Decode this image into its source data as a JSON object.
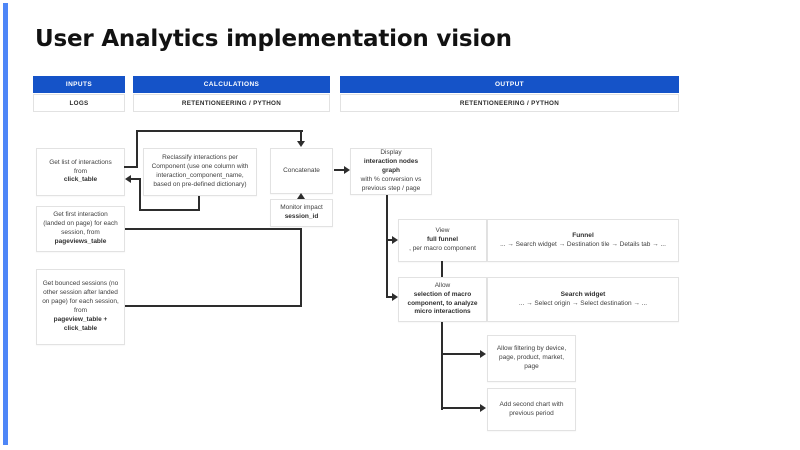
{
  "slide": {
    "title": "User Analytics implementation vision"
  },
  "colors": {
    "blue": "#1553c8",
    "bar": "#4e86f7",
    "line": "#2d2d2d",
    "border": "#e2e2e2",
    "text": "#3f3f3f",
    "title": "#121212"
  },
  "columns": [
    {
      "header": "INPUTS",
      "sub": "LOGS"
    },
    {
      "header": "CALCULATIONS",
      "sub": "RETENTIONEERING / PYTHON"
    },
    {
      "header": "OUTPUT",
      "sub": "RETENTIONEERING / PYTHON"
    }
  ],
  "nodes": {
    "get_list": [
      {
        "t": "Get list of interactions from "
      },
      {
        "t": "click_table",
        "b": true
      }
    ],
    "get_first": [
      {
        "t": "Get first interaction (landed on page) for each session, from "
      },
      {
        "t": "pageviews_table",
        "b": true
      }
    ],
    "get_bounced": [
      {
        "t": "Get bounced sessions (no other session after landed on page) for each session, from "
      },
      {
        "t": "pageview_table + click_table",
        "b": true
      }
    ],
    "reclassify": [
      {
        "t": "Reclassify interactions per Component (use one column with interaction_component_name, based on pre-defined dictionary)"
      }
    ],
    "concatenate": [
      {
        "t": "Concatenate"
      }
    ],
    "monitor": [
      {
        "t": "Monitor impact "
      },
      {
        "t": "session_id",
        "b": true
      }
    ],
    "display": [
      {
        "t": "Display "
      },
      {
        "t": "interaction nodes graph",
        "b": true
      },
      {
        "t": " with % conversion vs previous step / page"
      }
    ],
    "view_funnel": [
      {
        "t": "View "
      },
      {
        "t": "full funnel",
        "b": true
      },
      {
        "t": ", per macro component"
      }
    ],
    "allow_selection": [
      {
        "t": "Allow "
      },
      {
        "t": "selection of macro component, to analyze micro interactions",
        "b": true
      }
    ],
    "funnel": {
      "title": "Funnel",
      "sub": "... → Search widget → Destination tile → Details tab → ..."
    },
    "search_widget": {
      "title": "Search widget",
      "sub": "... → Select origin → Select destination → ..."
    },
    "filtering": [
      {
        "t": "Allow filtering by device, page, product, market, page"
      }
    ],
    "second_chart": [
      {
        "t": "Add second chart with previous period"
      }
    ]
  }
}
